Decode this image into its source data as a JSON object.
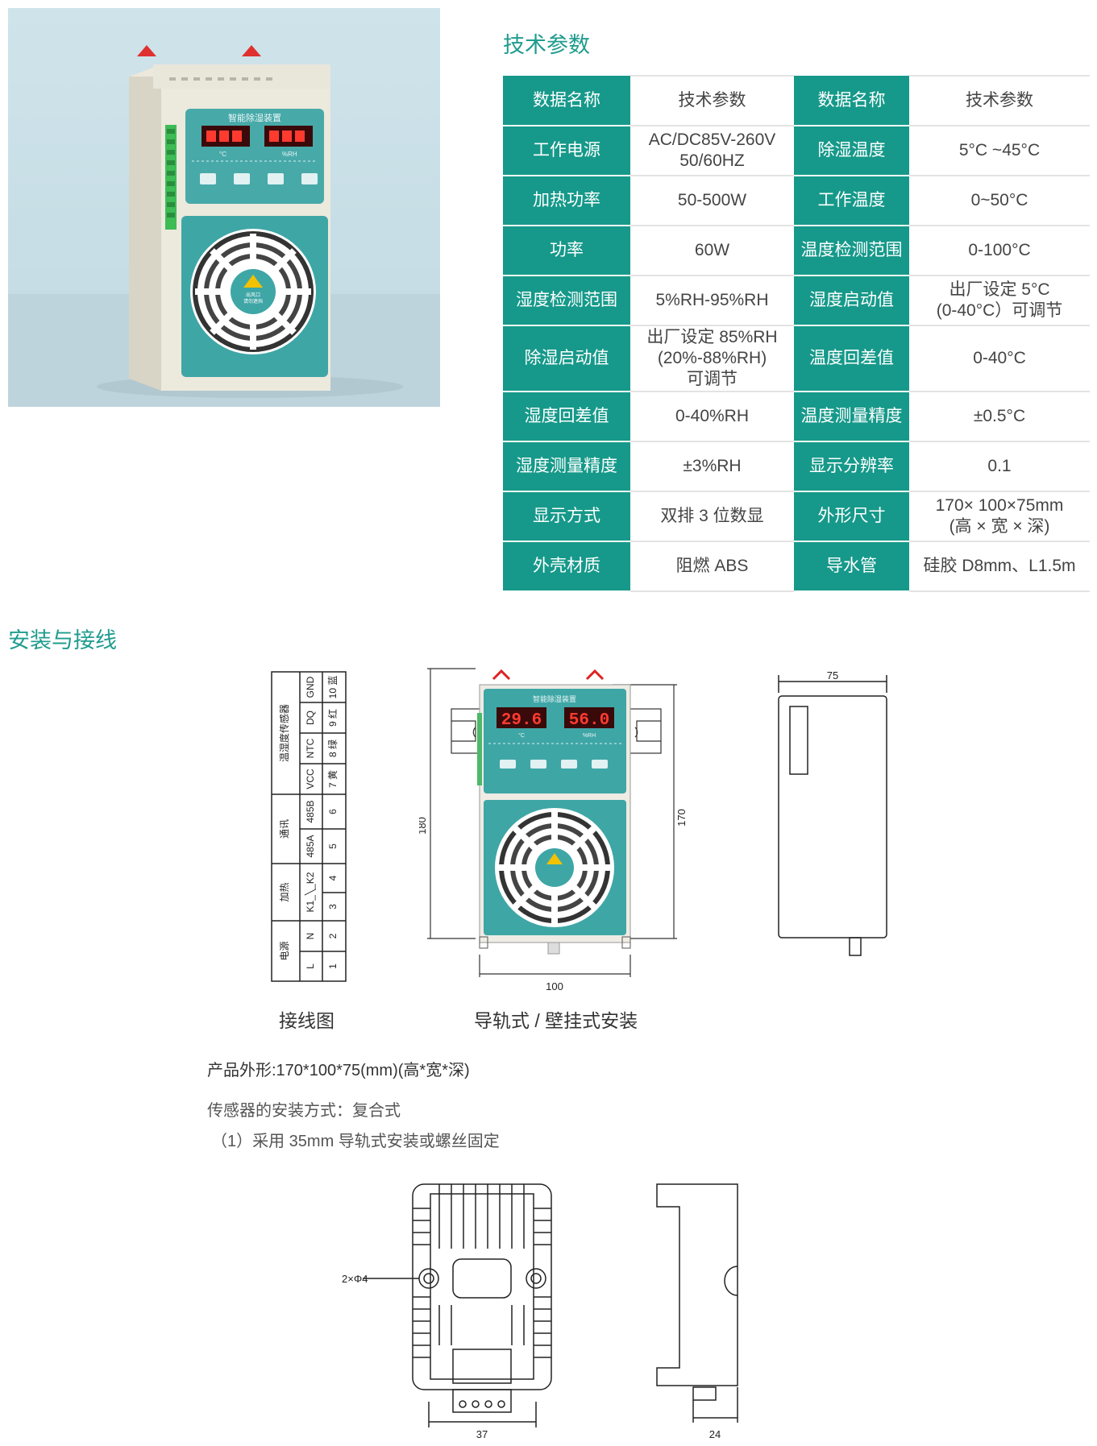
{
  "section_tech": {
    "title": "技术参数"
  },
  "spec_table": {
    "rows": [
      [
        "数据名称",
        "技术参数",
        "数据名称",
        "技术参数"
      ],
      [
        "工作电源",
        "AC/DC85V-260V\n50/60HZ",
        "除湿温度",
        "5°C ~45°C"
      ],
      [
        "加热功率",
        "50-500W",
        "工作温度",
        "0~50°C"
      ],
      [
        "功率",
        "60W",
        "温度检测范围",
        "0-100°C"
      ],
      [
        "湿度检测范围",
        "5%RH-95%RH",
        "湿度启动值",
        "出厂设定 5°C\n(0-40°C）可调节"
      ],
      [
        "除湿启动值",
        "出厂设定 85%RH\n(20%-88%RH)\n可调节",
        "温度回差值",
        "0-40°C"
      ],
      [
        "湿度回差值",
        "0-40%RH",
        "温度测量精度",
        "±0.5°C"
      ],
      [
        "湿度测量精度",
        "±3%RH",
        "显示分辨率",
        "0.1"
      ],
      [
        "显示方式",
        "双排 3 位数显",
        "外形尺寸",
        "170× 100×75mm\n(高 × 宽 × 深)"
      ],
      [
        "外壳材质",
        "阻燃 ABS",
        "导水管",
        "硅胶 D8mm、L1.5m"
      ]
    ]
  },
  "product_photo": {
    "panel_title": "智能除湿装置",
    "unit_temp": "°C",
    "unit_rh": "%RH",
    "fan_warning": "出风口\n请勿遮挡"
  },
  "section_install": {
    "title": "安装与接线"
  },
  "wiring": {
    "groups": [
      "电源",
      "加热",
      "通讯",
      "温湿度传感器"
    ],
    "signals": [
      "L",
      "N",
      "K1_╲_K2",
      "485A",
      "485B",
      "VCC",
      "NTC",
      "DQ",
      "GND"
    ],
    "terminals": [
      "1",
      "2",
      "3",
      "4",
      "5",
      "6",
      "7 黄",
      "8 绿",
      "9 红",
      "10 蓝"
    ],
    "caption": "接线图"
  },
  "front_view": {
    "display_temp": "29.6",
    "display_rh": "56.0",
    "dim_total_height": "180",
    "dim_body_height": "170",
    "dim_width": "100",
    "caption": "导轨式 / 壁挂式安装"
  },
  "side_view": {
    "dim_depth": "75"
  },
  "notes": {
    "outline": "产品外形:170*100*75(mm)(高*宽*深)",
    "sensor_mount": "传感器的安装方式：复合式",
    "mount_method": "（1）采用 35mm 导轨式安装或螺丝固定"
  },
  "sensor_drawing": {
    "hole_label": "2×Φ4",
    "dim_width": "37",
    "dim_depth": "24"
  },
  "colors": {
    "accent": "#16998a",
    "title_green": "#1f9c8e",
    "panel_teal": "#3fa6a6"
  }
}
